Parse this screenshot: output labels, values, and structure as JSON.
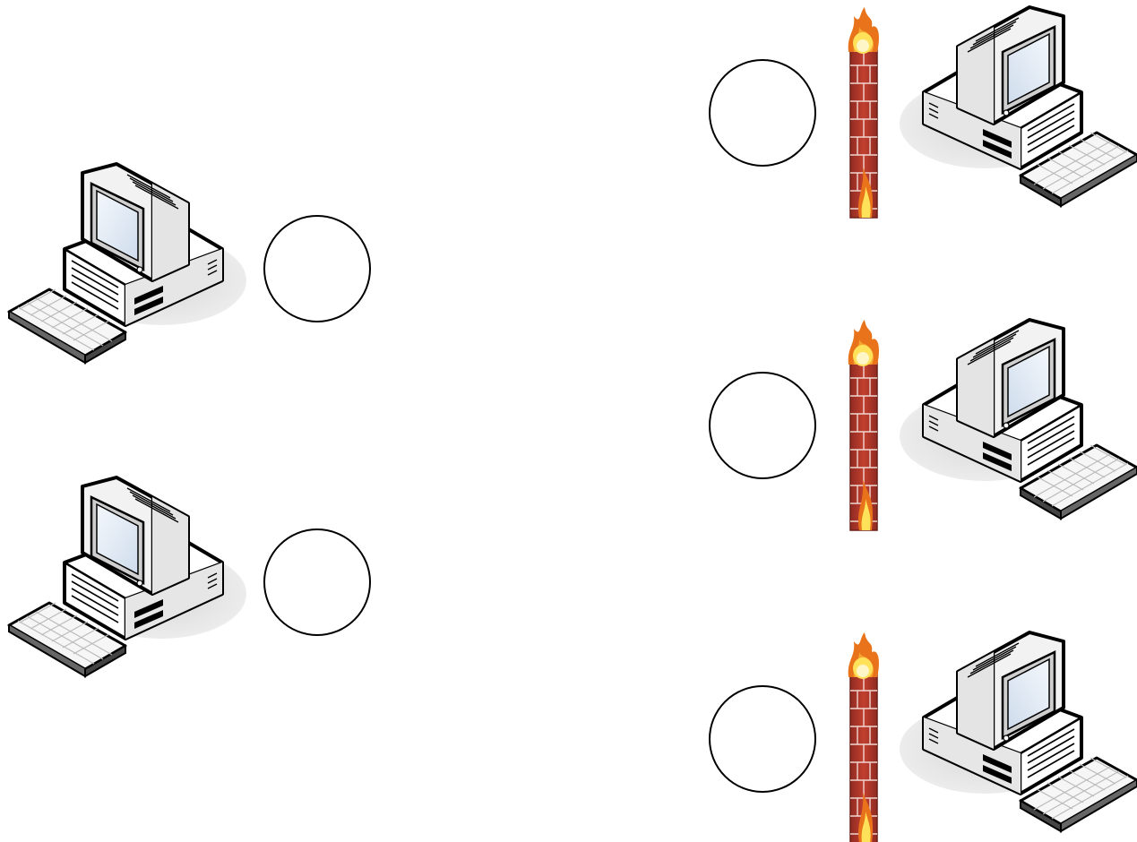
{
  "diagram": {
    "left_nodes": [
      {
        "id": "left-host-1",
        "icon": "desktop-computer-icon",
        "port": "circle-node",
        "facing": "right"
      },
      {
        "id": "left-host-2",
        "icon": "desktop-computer-icon",
        "port": "circle-node",
        "facing": "right"
      }
    ],
    "right_nodes": [
      {
        "id": "right-host-1",
        "icon": "desktop-computer-icon",
        "port": "circle-node",
        "firewall": "firewall-icon",
        "facing": "left"
      },
      {
        "id": "right-host-2",
        "icon": "desktop-computer-icon",
        "port": "circle-node",
        "firewall": "firewall-icon",
        "facing": "left"
      },
      {
        "id": "right-host-3",
        "icon": "desktop-computer-icon",
        "port": "circle-node",
        "firewall": "firewall-icon",
        "facing": "left"
      }
    ],
    "colors": {
      "brick": "#b5362a",
      "mortar": "#f0d6cf",
      "flame_outer": "#e8731a",
      "flame_inner": "#ffe25a",
      "case": "#e9e9e9",
      "screen": "#dfe9f5",
      "outline": "#000000"
    }
  }
}
